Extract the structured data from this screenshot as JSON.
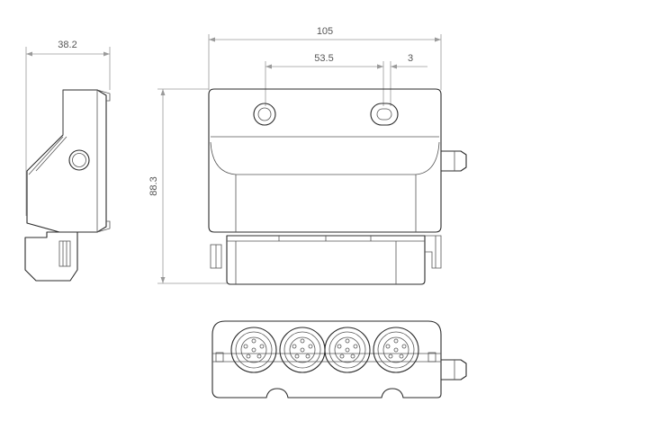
{
  "dimensions": {
    "side_width": "38.2",
    "front_width": "105",
    "port_spacing": "53.5",
    "port_offset": "3",
    "height": "88.3"
  },
  "views": [
    "side-view",
    "front-view",
    "bottom-view"
  ],
  "colors": {
    "line": "#2b2b2b",
    "dimension": "#9a9a9a",
    "text": "#555555",
    "background": "#ffffff"
  }
}
